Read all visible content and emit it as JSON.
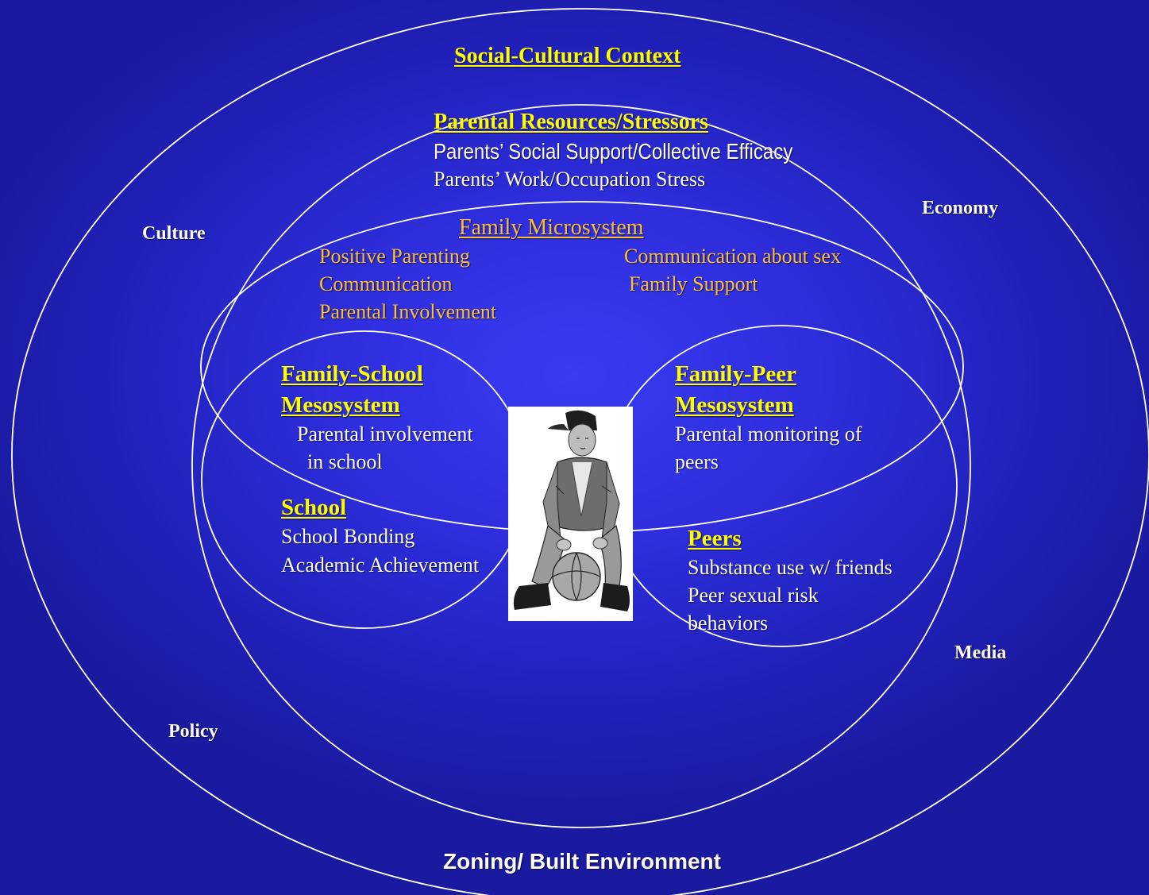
{
  "social_cultural": {
    "title": "Social-Cultural Context",
    "culture": "Culture",
    "economy": "Economy",
    "media": "Media",
    "policy": "Policy",
    "zoning": "Zoning/ Built Environment"
  },
  "parental_resources": {
    "title": "Parental Resources/Stressors",
    "items": [
      "Parents’ Social Support/Collective Efficacy",
      "Parents’ Work/Occupation Stress"
    ]
  },
  "family_microsystem": {
    "title": "Family Microsystem",
    "left_items": [
      "Positive Parenting",
      "Communication",
      "Parental Involvement"
    ],
    "right_items": [
      "Communication about sex",
      "Family Support"
    ]
  },
  "family_school": {
    "title_line1": "Family-School",
    "title_line2": "Mesosystem",
    "items": [
      "Parental involvement",
      "in school"
    ]
  },
  "family_peer": {
    "title_line1": "Family-Peer",
    "title_line2": "Mesosystem",
    "items": [
      "Parental monitoring of",
      "peers"
    ]
  },
  "school": {
    "title": "School",
    "items": [
      "School Bonding",
      "Academic Achievement"
    ]
  },
  "peers": {
    "title": "Peers",
    "items": [
      "Substance use w/ friends",
      "Peer sexual risk",
      "behaviors"
    ]
  },
  "colors": {
    "background": "#2f2fe0",
    "heading": "#ffff00",
    "microsystem_text": "#ffbf33",
    "body_text": "#ffffff",
    "lines": "#ffffff"
  },
  "figure": {
    "icon": "teen-with-basketball-illustration"
  }
}
